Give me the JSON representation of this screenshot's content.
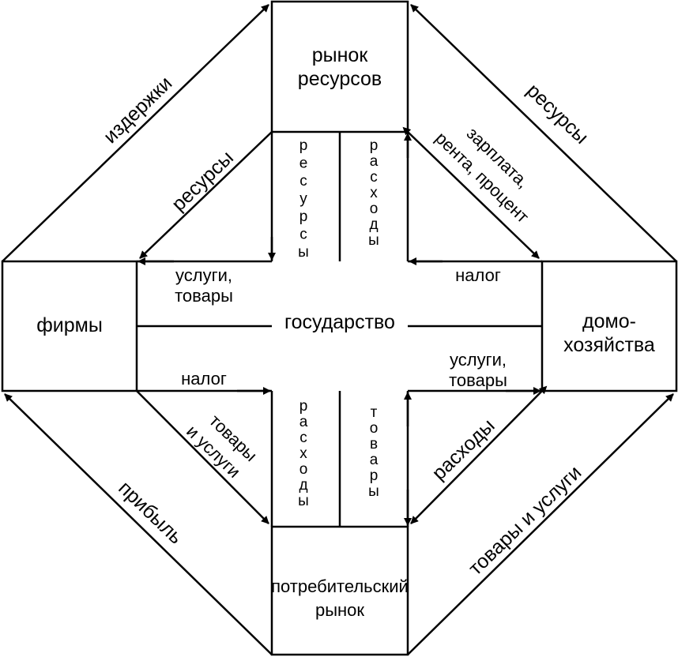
{
  "boxes": {
    "resource_market": [
      "рынок",
      "ресурсов"
    ],
    "firms": "фирмы",
    "government": "государство",
    "households": [
      "домо-",
      "хозяйства"
    ],
    "consumer_market": [
      "потребительский",
      "рынок"
    ]
  },
  "outer_flows": {
    "top_left": "издержки",
    "top_right": "ресурсы",
    "bottom_left": "прибыль",
    "bottom_right": "товары и услуги"
  },
  "inner_flows": {
    "top_left": "ресурсы",
    "top_right": [
      "зарплата,",
      "рента, процент"
    ],
    "bottom_left": [
      "товары",
      "и услуги"
    ],
    "bottom_right": "расходы"
  },
  "government_flows": {
    "left_top": [
      "услуги,",
      "товары"
    ],
    "left_bottom": "налог",
    "right_top": "налог",
    "right_bottom": [
      "услуги,",
      "товары"
    ],
    "top_left_vertical": "ресурсы",
    "top_right_vertical": "расходы",
    "bottom_left_vertical": "расходы",
    "bottom_right_vertical": "товары"
  },
  "colors": {
    "line": "#000000",
    "background": "#ffffff"
  }
}
